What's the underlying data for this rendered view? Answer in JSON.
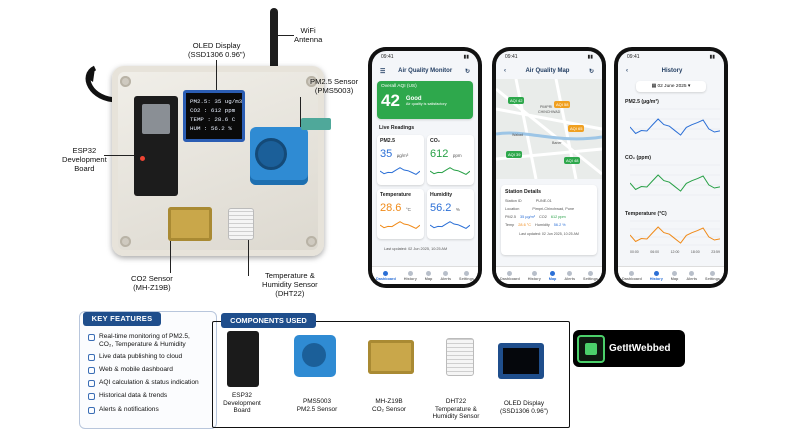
{
  "hardware": {
    "oled_lines": [
      "PM2.5: 35 ug/m3",
      "CO2  : 612 ppm",
      "TEMP : 28.6 C",
      "HUM  : 56.2 %"
    ],
    "callouts": {
      "oled": [
        "OLED Display",
        "(SSD1306 0.96\")"
      ],
      "wifi": [
        "WiFi",
        "Antenna"
      ],
      "pms": [
        "PM2.5 Sensor",
        "(PMS5003)"
      ],
      "esp": [
        "ESP32",
        "Development",
        "Board"
      ],
      "co2": [
        "CO2 Sensor",
        "(MH-Z19B)"
      ],
      "dht": [
        "Temperature &",
        "Humidity Sensor",
        "(DHT22)"
      ]
    }
  },
  "phone1": {
    "time": "09:41",
    "title": "Air Quality Monitor",
    "aqi_label": "Overall AQI (US)",
    "aqi_value": "42",
    "aqi_status": "Good",
    "aqi_note": "Air quality is satisfactory",
    "section": "Live Readings",
    "readings": [
      {
        "label": "PM2.5",
        "value": "35",
        "unit": "µg/m³",
        "color": "#2b6fd6"
      },
      {
        "label": "CO₂",
        "value": "612",
        "unit": "ppm",
        "color": "#27a046"
      },
      {
        "label": "Temperature",
        "value": "28.6",
        "unit": "°C",
        "color": "#f08a18"
      },
      {
        "label": "Humidity",
        "value": "56.2",
        "unit": "%",
        "color": "#2b6fd6"
      }
    ],
    "updated": "Last updated: 02 Jun 2025, 10:25 AM",
    "nav": [
      "Dashboard",
      "History",
      "Map",
      "Alerts",
      "Settings"
    ]
  },
  "phone2": {
    "time": "09:41",
    "title": "Air Quality Map",
    "pins": [
      {
        "text": "AQI 42",
        "color": "#2ea84c"
      },
      {
        "text": "AQI 58",
        "color": "#f0a020"
      },
      {
        "text": "AQI 65",
        "color": "#f0a020"
      },
      {
        "text": "AQI 39",
        "color": "#2ea84c"
      },
      {
        "text": "AQI 48",
        "color": "#2ea84c"
      }
    ],
    "places": [
      "PIMPRI",
      "CHINCHWAD",
      "Wakad",
      "Baner"
    ],
    "details_title": "Station Details",
    "station_id_label": "Station ID",
    "station_id": "PUNE-01",
    "location_label": "Location",
    "location": "Pimpri-Chinchwad, Pune",
    "pm_label": "PM2.5",
    "pm": "35 µg/m³",
    "co2_label": "CO2",
    "co2": "612 ppm",
    "temp_label": "Temp",
    "temp": "28.6 °C",
    "hum_label": "Humidity",
    "hum": "56.2 %",
    "updated": "Last updated: 02 Jun 2025, 10:25 AM",
    "nav": [
      "Dashboard",
      "History",
      "Map",
      "Alerts",
      "Settings"
    ]
  },
  "phone3": {
    "time": "09:41",
    "title": "History",
    "date": "02 June 2025",
    "charts": [
      {
        "label": "PM2.5 (µg/m³)",
        "color": "#2b6fd6"
      },
      {
        "label": "CO₂ (ppm)",
        "color": "#27a046"
      },
      {
        "label": "Temperature (°C)",
        "color": "#f08a18"
      }
    ],
    "times": [
      "00:00",
      "06:00",
      "12:00",
      "18:00",
      "23:59"
    ],
    "nav": [
      "Dashboard",
      "History",
      "Map",
      "Alerts",
      "Settings"
    ]
  },
  "features": {
    "title": "KEY FEATURES",
    "items": [
      "Real-time monitoring of PM2.5,",
      "CO₂, Temperature & Humidity",
      "Live data publishing to cloud",
      "Web & mobile dashboard",
      "AQI calculation & status indication",
      "Historical data & trends",
      "Alerts & notifications"
    ]
  },
  "components": {
    "title": "COMPONENTS USED",
    "items": [
      [
        "ESP32",
        "Development",
        "Board"
      ],
      [
        "PMS5003",
        "PM2.5 Sensor"
      ],
      [
        "MH-Z19B",
        "CO₂ Sensor"
      ],
      [
        "DHT22",
        "Temperature &",
        "Humidity Sensor"
      ],
      [
        "OLED Display",
        "(SSD1306 0.96\")"
      ]
    ]
  },
  "brand": "GetItWebbed"
}
